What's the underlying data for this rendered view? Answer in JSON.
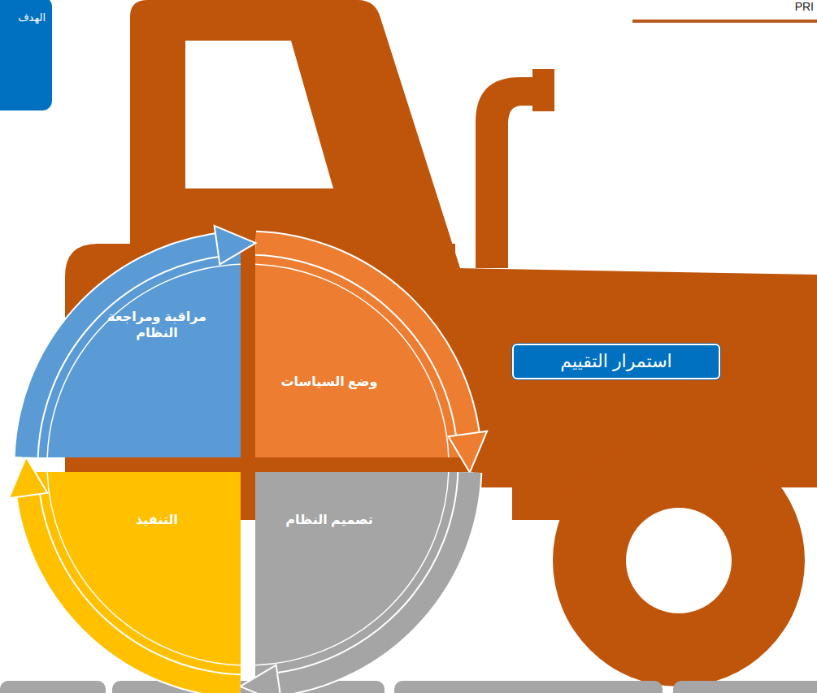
{
  "diagram": {
    "nodes": [
      {
        "text": [
          "الهدف"
        ]
      },
      {
        "text": [
          "مراقبة ومراجعة النظام"
        ]
      },
      {
        "text": [
          "وضع السياسات"
        ]
      },
      {
        "text": [
          "التنفيذ"
        ]
      },
      {
        "text": [
          "تصميم النظام"
        ]
      },
      {
        "text": [
          "استمرار التقييم"
        ]
      }
    ],
    "edges": [
      {
        "from": 2,
        "to": 4,
        "arrow": "to"
      },
      {
        "from": 4,
        "to": 3,
        "arrow": "to"
      },
      {
        "from": 3,
        "to": 1,
        "arrow": "to"
      },
      {
        "from": 1,
        "to": 2,
        "arrow": "to"
      }
    ],
    "labels": [
      "PRI"
    ]
  }
}
